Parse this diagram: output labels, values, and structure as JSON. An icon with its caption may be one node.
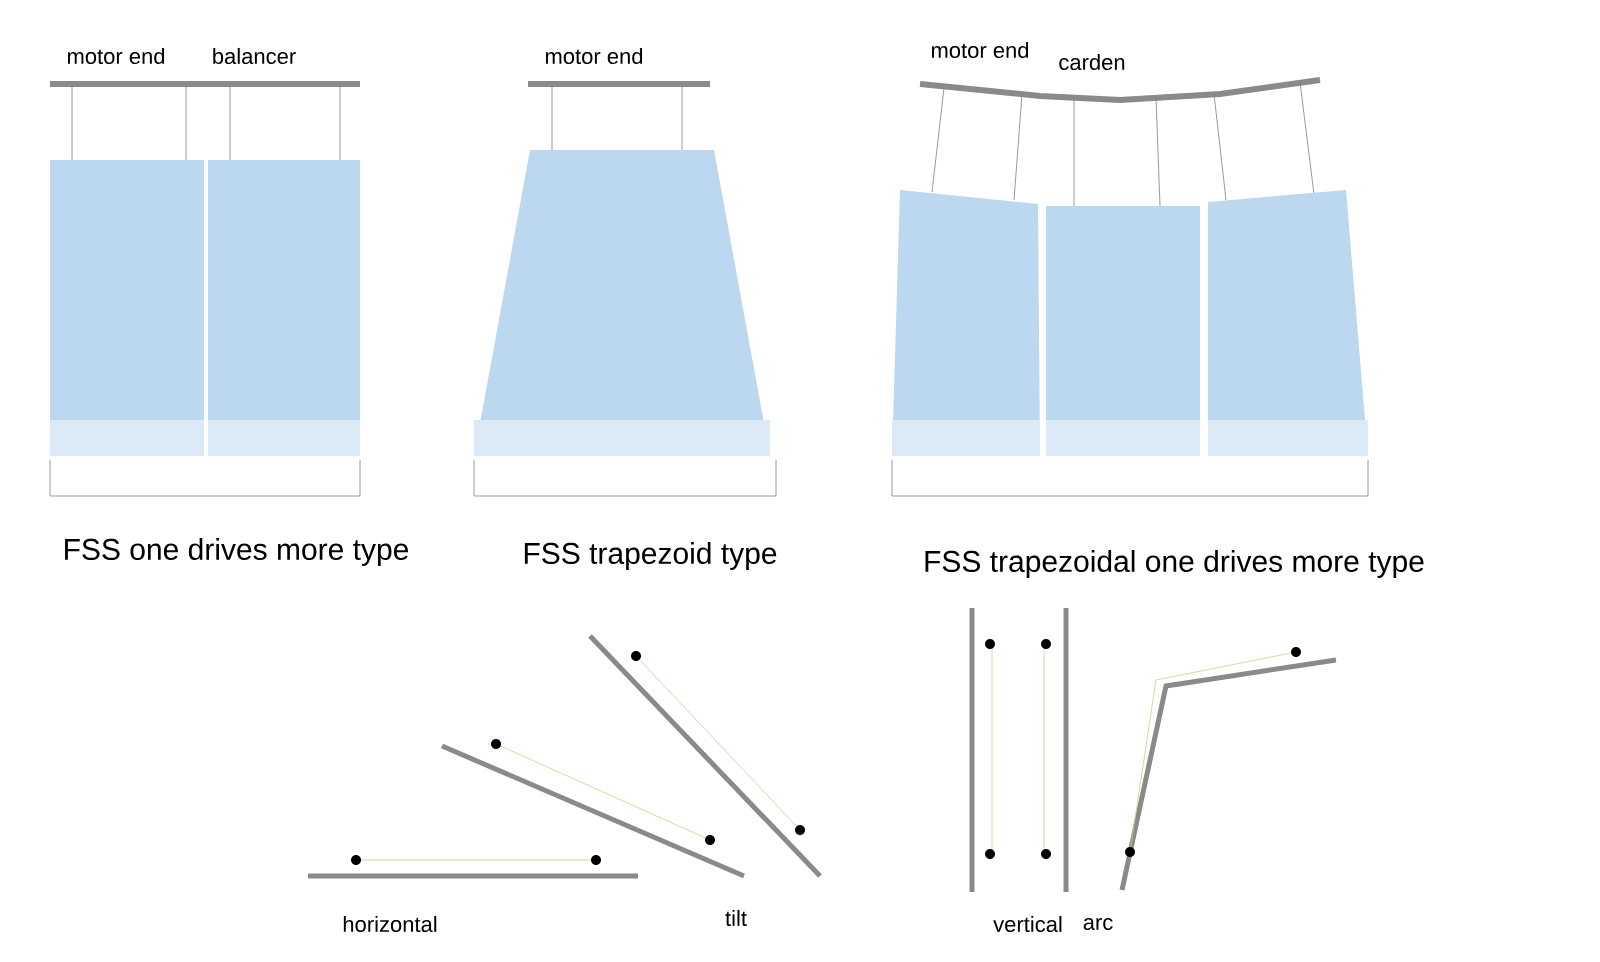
{
  "diagram": {
    "labels": [
      "motor end",
      "balancer",
      "motor end",
      "motor end",
      "carden",
      "FSS one drives more type",
      "FSS trapezoid type",
      "FSS trapezoidal one drives more type",
      "horizontal",
      "tilt",
      "vertical",
      "arc"
    ]
  }
}
